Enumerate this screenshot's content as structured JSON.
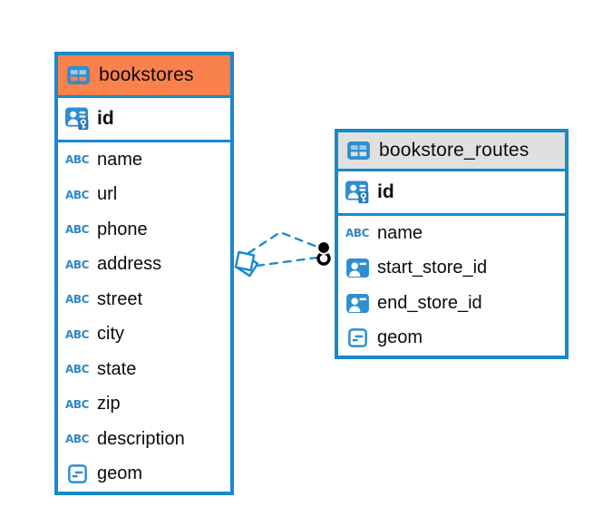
{
  "colors": {
    "accent_blue": "#1789CD",
    "icon_blue": "#2E8FD0",
    "icon_light_blue": "#9CCFEE",
    "orange_header": "#F8814C",
    "gray_header": "#E0E0E0",
    "link_marker_black": "#000000"
  },
  "icons": {
    "text_label": "ABC"
  },
  "tables": [
    {
      "name": "bookstores",
      "header_style": "orange",
      "primary_key": {
        "name": "id",
        "icon": "primary-key-icon"
      },
      "columns": [
        {
          "name": "name",
          "icon": "text-column-icon"
        },
        {
          "name": "url",
          "icon": "text-column-icon"
        },
        {
          "name": "phone",
          "icon": "text-column-icon"
        },
        {
          "name": "address",
          "icon": "text-column-icon"
        },
        {
          "name": "street",
          "icon": "text-column-icon"
        },
        {
          "name": "city",
          "icon": "text-column-icon"
        },
        {
          "name": "state",
          "icon": "text-column-icon"
        },
        {
          "name": "zip",
          "icon": "text-column-icon"
        },
        {
          "name": "description",
          "icon": "text-column-icon"
        },
        {
          "name": "geom",
          "icon": "geometry-column-icon"
        }
      ]
    },
    {
      "name": "bookstore_routes",
      "header_style": "gray",
      "primary_key": {
        "name": "id",
        "icon": "primary-key-icon"
      },
      "columns": [
        {
          "name": "name",
          "icon": "text-column-icon"
        },
        {
          "name": "start_store_id",
          "icon": "reference-column-icon"
        },
        {
          "name": "end_store_id",
          "icon": "reference-column-icon"
        },
        {
          "name": "geom",
          "icon": "geometry-column-icon"
        }
      ]
    }
  ],
  "relationships": [
    {
      "from_table": "bookstores",
      "to_table": "bookstore_routes",
      "line_style": "dashed"
    },
    {
      "from_table": "bookstores",
      "to_table": "bookstore_routes",
      "line_style": "dashed"
    }
  ]
}
